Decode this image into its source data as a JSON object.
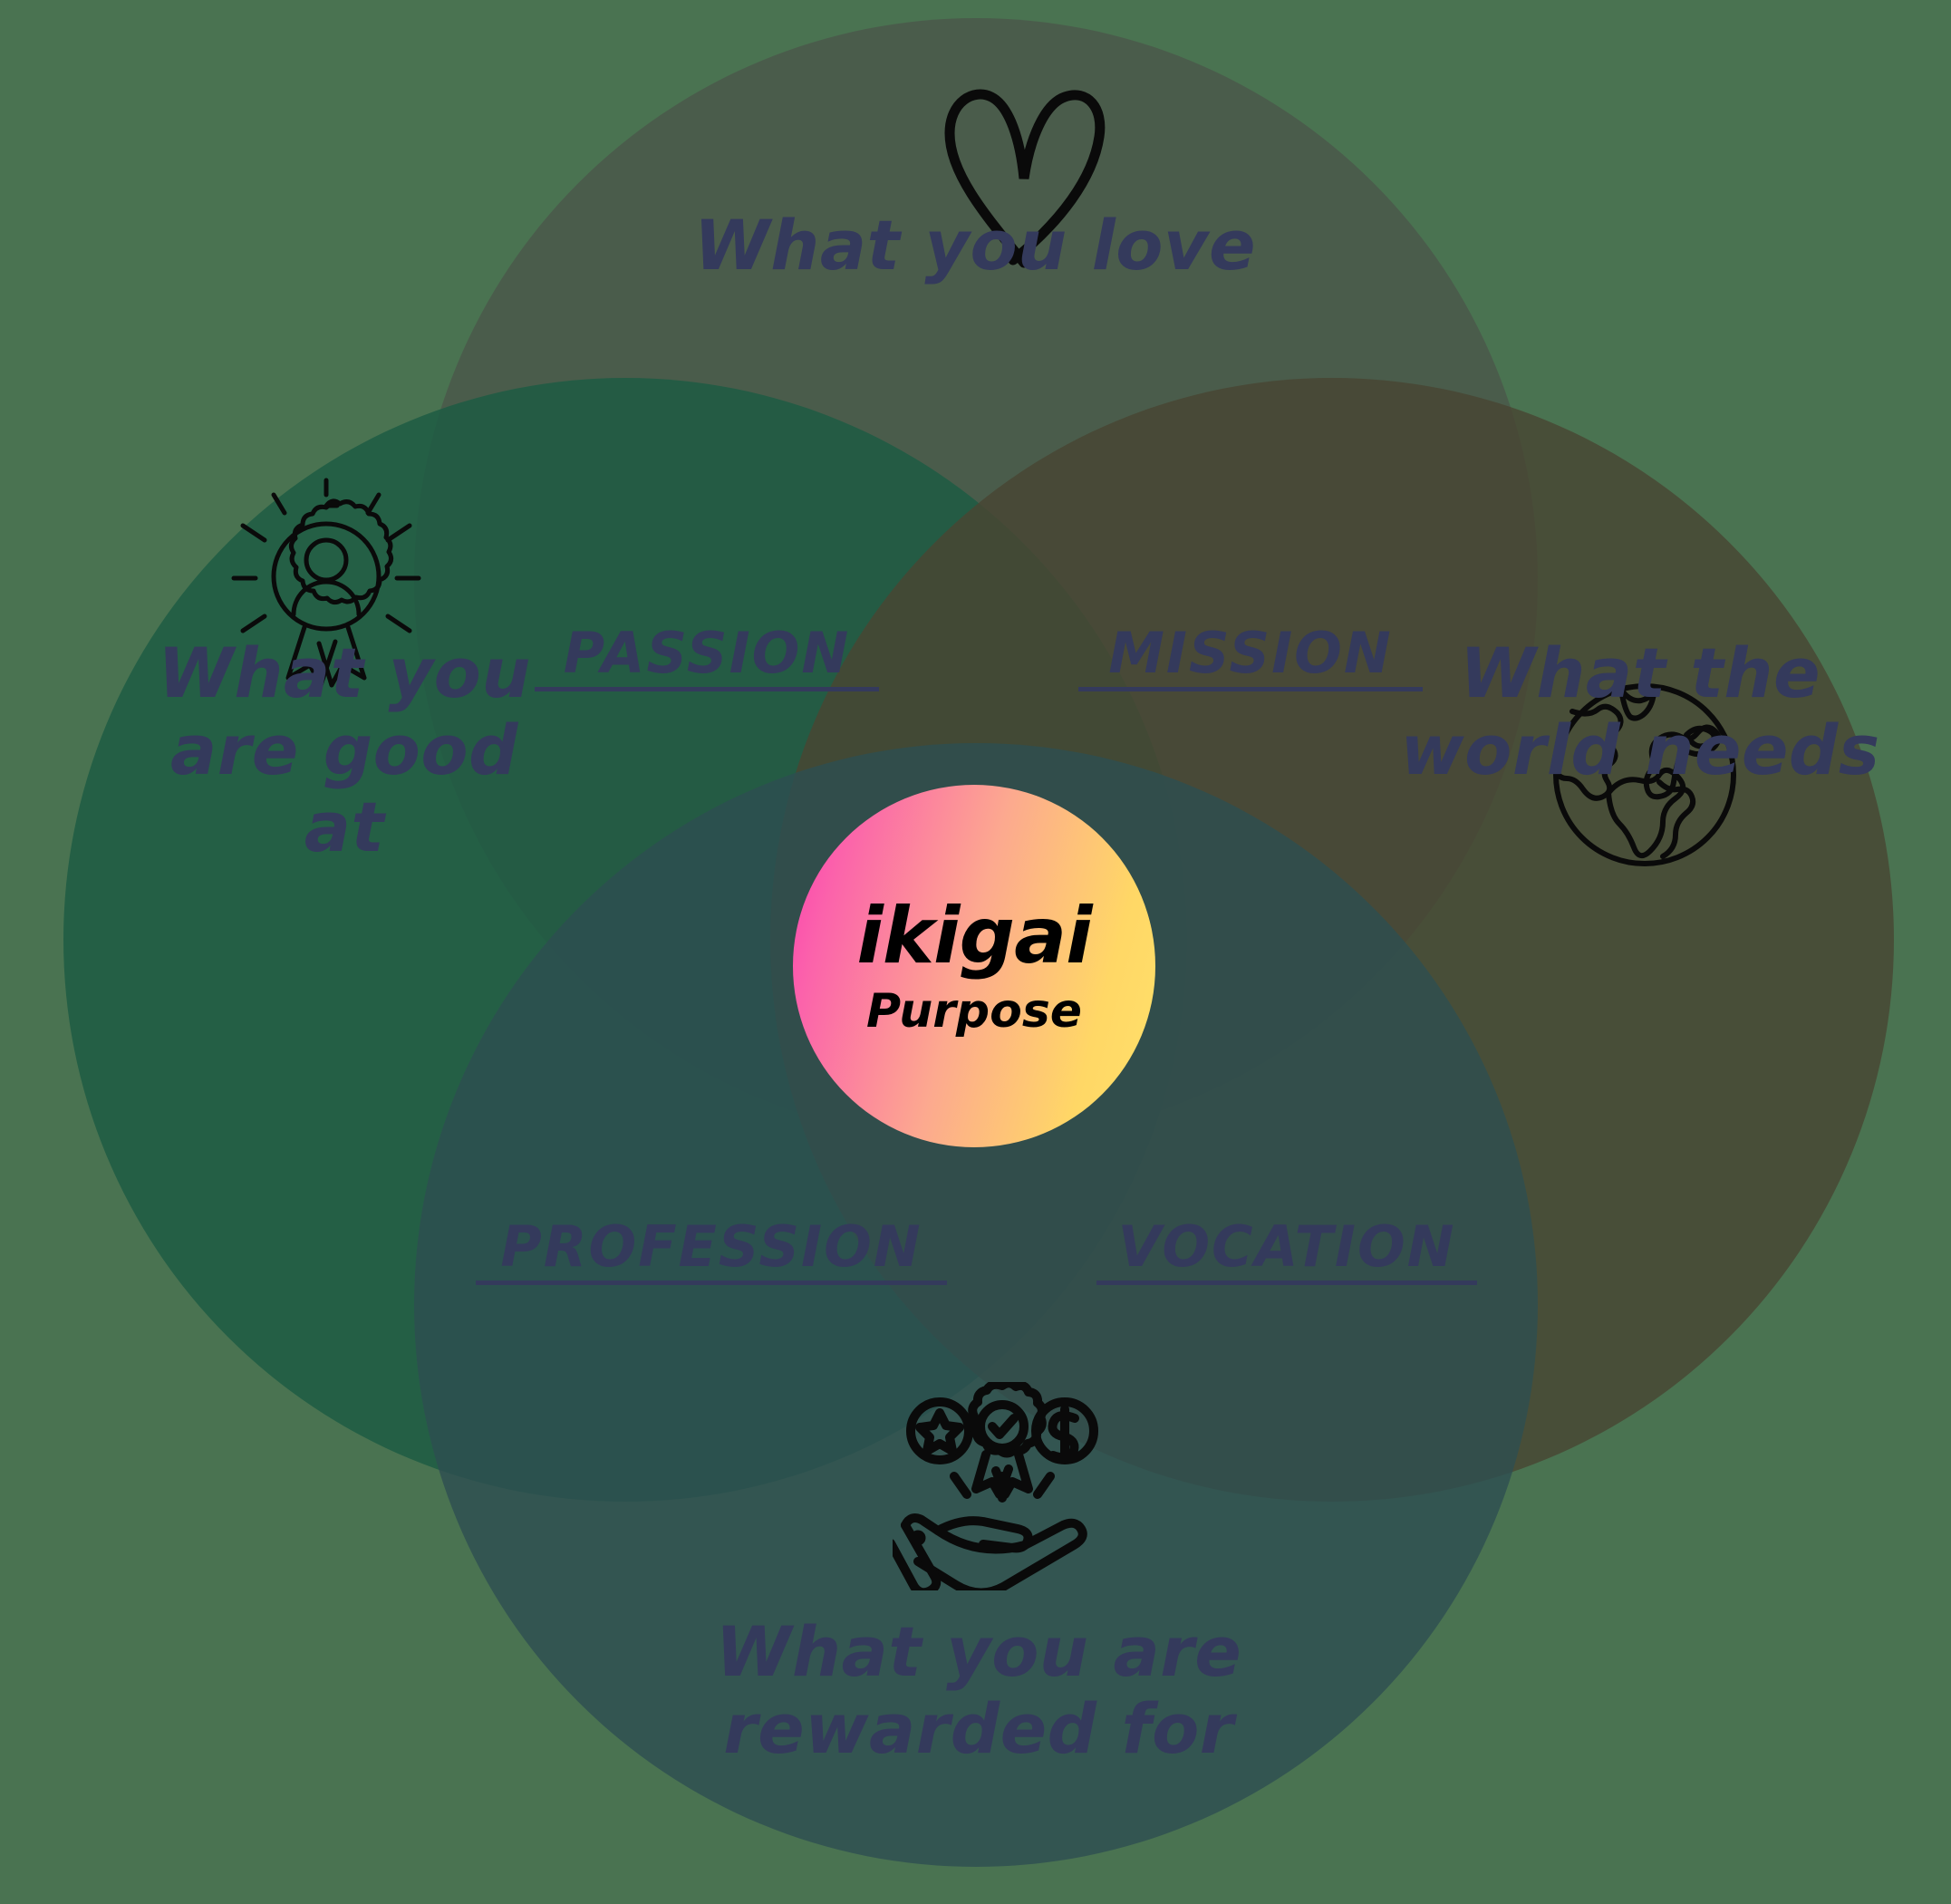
{
  "diagram": {
    "title": "ikigai",
    "background_color": "#4a7351"
  },
  "center": {
    "name": "ikigai",
    "subtitle": "Purpose",
    "gradient_from": "#fa3fb0",
    "gradient_to": "#ffe16a"
  },
  "circles": [
    {
      "id": "love",
      "caption": "What you love",
      "color": "#fdc8ea",
      "icon": "heart-icon",
      "position": "top"
    },
    {
      "id": "good-at",
      "caption": "What you\nare good\nat",
      "color": "#5fc9d2",
      "icon": "award-badge-icon",
      "position": "left"
    },
    {
      "id": "world-needs",
      "caption": "What the\nworld needs",
      "color": "#f89a9e",
      "icon": "globe-icon",
      "position": "right"
    },
    {
      "id": "rewarded-for",
      "caption": "What you are\nrewarded for",
      "color": "#9aacfd",
      "icon": "hand-rewards-icon",
      "position": "bottom"
    }
  ],
  "overlaps": [
    {
      "id": "passion",
      "label": "PASSION",
      "between": [
        "What you love",
        "What you are good at"
      ]
    },
    {
      "id": "mission",
      "label": "MISSION",
      "between": [
        "What you love",
        "What the world needs"
      ]
    },
    {
      "id": "profession",
      "label": "PROFESSION",
      "between": [
        "What you are good at",
        "What you are rewarded for"
      ]
    },
    {
      "id": "vocation",
      "label": "VOCATION",
      "between": [
        "What the world needs",
        "What you are rewarded for"
      ]
    }
  ],
  "text_color": "#343a5c"
}
